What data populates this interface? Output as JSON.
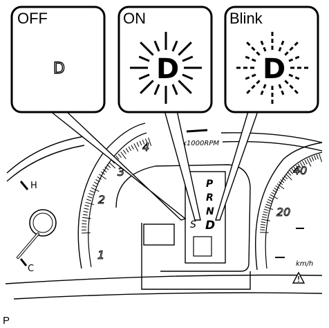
{
  "callouts": {
    "off": {
      "label": "OFF",
      "indicator": "D"
    },
    "on": {
      "label": "ON",
      "indicator": "D"
    },
    "blink": {
      "label": "Blink",
      "indicator": "D"
    }
  },
  "shift_indicator": {
    "gears": [
      "P",
      "R",
      "N",
      "D"
    ],
    "lit_gear": "D",
    "sport_label": "S"
  },
  "tachometer": {
    "unit_label": "x1000RPM",
    "scale_labels": [
      "1",
      "2",
      "3",
      "4"
    ]
  },
  "speedometer": {
    "scale_labels": [
      "20",
      "40"
    ],
    "unit_label": "km/h"
  },
  "temperature_gauge": {
    "hot_label": "H",
    "cold_label": "C"
  },
  "figure_id": "P"
}
